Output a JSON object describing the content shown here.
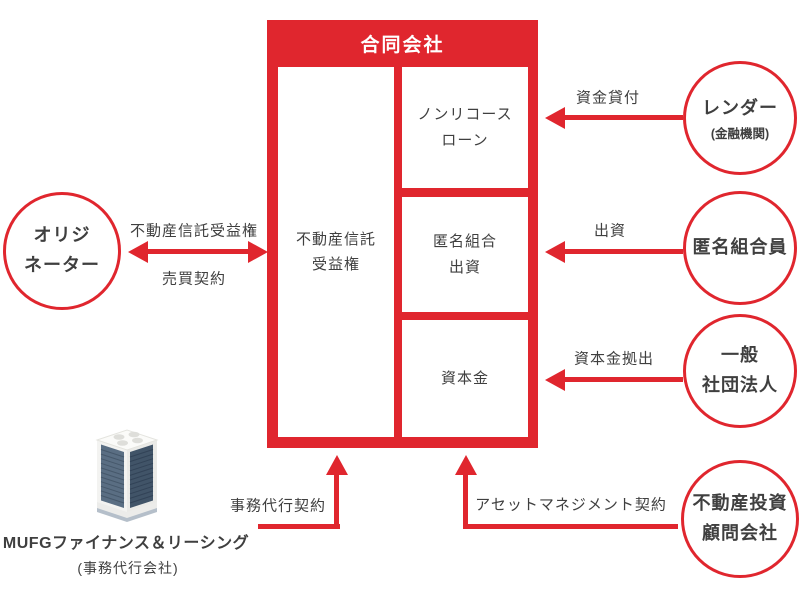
{
  "colors": {
    "brand_red": "#e0262e",
    "text": "#3f3f3f",
    "building_face_light": "#5a6e83",
    "building_face_dark": "#415468"
  },
  "spv": {
    "title": "合同会社",
    "asset_box": {
      "lines": [
        "不動産信託",
        "受益権"
      ]
    },
    "liability_boxes": [
      {
        "lines": [
          "ノンリコース",
          "ローン"
        ]
      },
      {
        "lines": [
          "匿名組合",
          "出資"
        ]
      },
      {
        "lines": [
          "資本金"
        ]
      }
    ]
  },
  "originator": {
    "name_lines": [
      "オリジ",
      "ネーター"
    ],
    "arrow_label_top": "不動産信託受益権",
    "arrow_label_bottom": "売買契約"
  },
  "right_parties": [
    {
      "name_lines": [
        "レンダー"
      ],
      "sub": "(金融機関)",
      "arrow_label": "資金貸付"
    },
    {
      "name_lines": [
        "匿名組合員"
      ],
      "arrow_label": "出資"
    },
    {
      "name_lines": [
        "一般",
        "社団法人"
      ],
      "arrow_label": "資本金拠出"
    },
    {
      "name_lines": [
        "不動産投資",
        "顧問会社"
      ],
      "arrow_label": "アセットマネジメント契約"
    }
  ],
  "admin_agent": {
    "icon": "office-building-icon",
    "name": "MUFGファイナンス＆リーシング",
    "sub": "(事務代行会社)",
    "arrow_label": "事務代行契約"
  }
}
